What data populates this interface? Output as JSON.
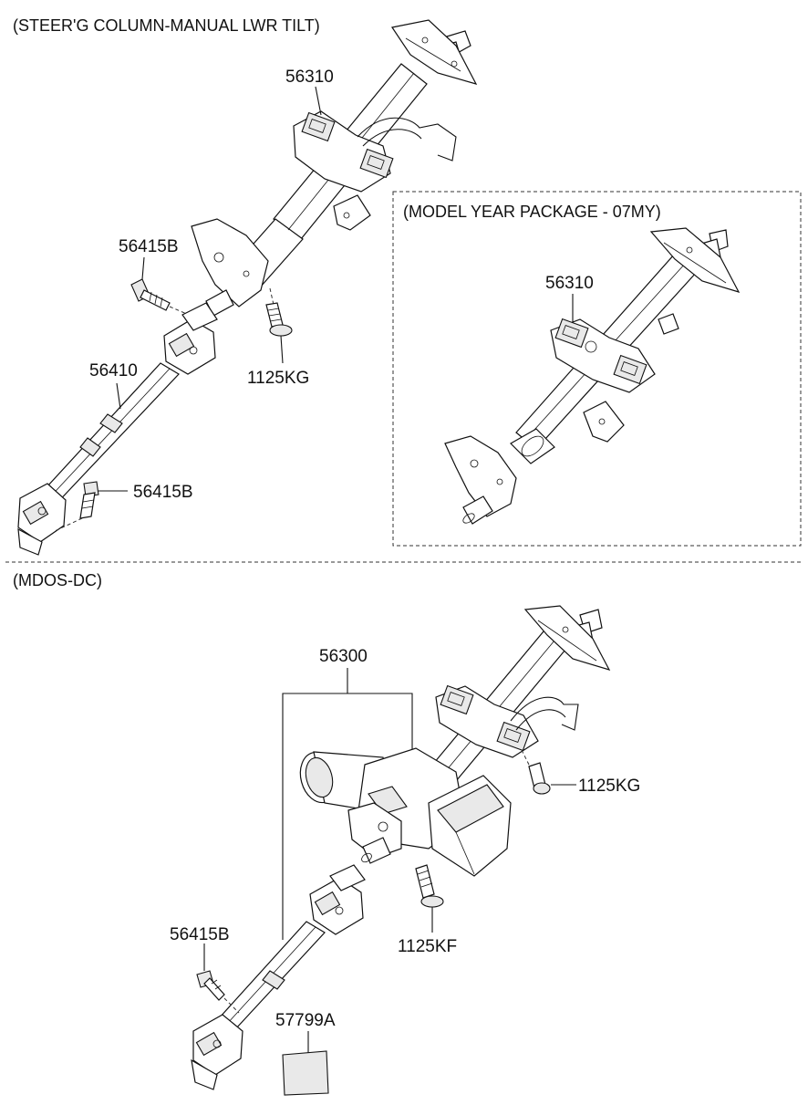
{
  "sections": {
    "manual_tilt": {
      "header": "(STEER'G COLUMN-MANUAL LWR TILT)"
    },
    "model_year": {
      "header": "(MODEL YEAR PACKAGE - 07MY)"
    },
    "mdos": {
      "header": "(MDOS-DC)"
    }
  },
  "labels": {
    "top_column": "56310",
    "top_bolt_upper": "56415B",
    "top_shaft": "56410",
    "top_bolt_lower": "56415B",
    "top_screw": "1125KG",
    "my_column": "56310",
    "mdos_assembly": "56300",
    "mdos_screw_right": "1125KG",
    "mdos_screw_lower": "1125KF",
    "mdos_bolt": "56415B",
    "mdos_label_plate": "57799A"
  }
}
